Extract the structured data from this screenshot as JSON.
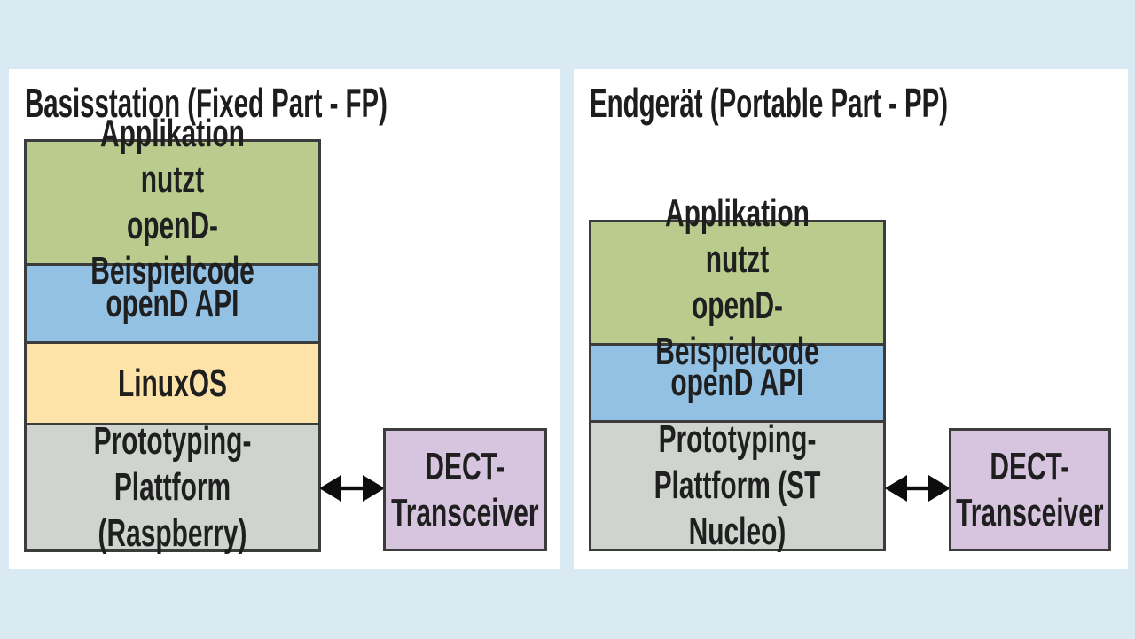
{
  "colors": {
    "background": "#d9eaf2",
    "panel_background": "#ffffff",
    "box_border": "#3c3c3c",
    "text": "#1f1f1f",
    "arrow": "#0d0d0d",
    "green_layer": "#b9cc8e",
    "blue_layer": "#93c1e4",
    "yellow_layer": "#fde3a8",
    "gray_layer": "#cfd4ce",
    "purple_box": "#d7c4de"
  },
  "left_panel": {
    "title": "Basisstation (Fixed Part - FP)",
    "layers": [
      {
        "id": "application",
        "label": "Applikation nutzt\nopenD-Beispielcode",
        "color": "#b9cc8e"
      },
      {
        "id": "opend-api",
        "label": "openD API",
        "color": "#93c1e4"
      },
      {
        "id": "linux-os",
        "label": "LinuxOS",
        "color": "#fde3a8"
      },
      {
        "id": "prototyping-platform",
        "label": "Prototyping-\nPlattform (Raspberry)",
        "color": "#cfd4ce"
      }
    ],
    "transceiver": {
      "label": "DECT-\nTransceiver",
      "color": "#d7c4de"
    },
    "connection": "bidirectional-arrow"
  },
  "right_panel": {
    "title": "Endgerät (Portable Part - PP)",
    "layers": [
      {
        "id": "application",
        "label": "Applikation nutzt\nopenD-Beispielcode",
        "color": "#b9cc8e"
      },
      {
        "id": "opend-api",
        "label": "openD API",
        "color": "#93c1e4"
      },
      {
        "id": "prototyping-platform",
        "label": "Prototyping-\nPlattform (ST Nucleo)",
        "color": "#cfd4ce"
      }
    ],
    "transceiver": {
      "label": "DECT-\nTransceiver",
      "color": "#d7c4de"
    },
    "connection": "bidirectional-arrow"
  }
}
